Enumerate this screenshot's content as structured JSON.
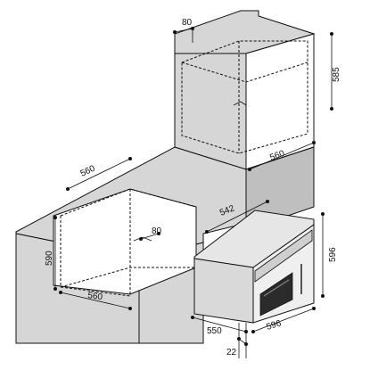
{
  "dimensions": {
    "upper_top_gap": "80",
    "upper_height": "585",
    "upper_width": "560",
    "lower_depth": "560",
    "lower_height": "590",
    "lower_width": "560",
    "lower_back_gap": "80",
    "oven_depth": "542",
    "oven_height": "596",
    "oven_body_depth": "550",
    "oven_width": "596",
    "oven_front_offset": "22"
  }
}
